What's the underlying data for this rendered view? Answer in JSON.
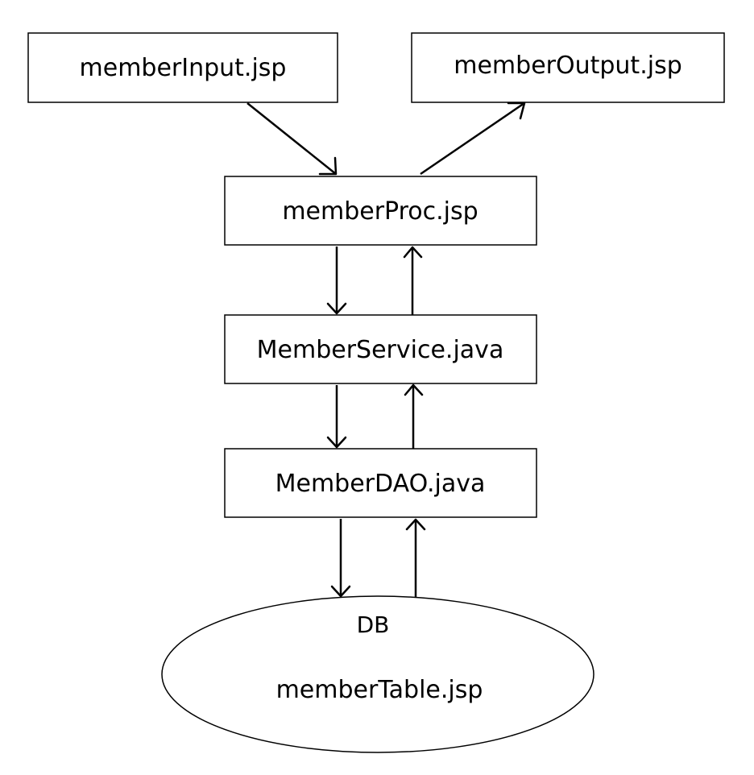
{
  "nodes": {
    "member_input": "memberInput.jsp",
    "member_output": "memberOutput.jsp",
    "member_proc": "memberProc.jsp",
    "member_service": "MemberService.java",
    "member_dao": "MemberDAO.java",
    "db_label": "DB",
    "member_table": "memberTable.jsp"
  },
  "edges": [
    {
      "from": "memberInput.jsp",
      "to": "memberProc.jsp"
    },
    {
      "from": "memberProc.jsp",
      "to": "memberOutput.jsp"
    },
    {
      "from": "memberProc.jsp",
      "to": "MemberService.java"
    },
    {
      "from": "MemberService.java",
      "to": "memberProc.jsp"
    },
    {
      "from": "MemberService.java",
      "to": "MemberDAO.java"
    },
    {
      "from": "MemberDAO.java",
      "to": "MemberService.java"
    },
    {
      "from": "MemberDAO.java",
      "to": "DB"
    },
    {
      "from": "DB",
      "to": "MemberDAO.java"
    }
  ]
}
